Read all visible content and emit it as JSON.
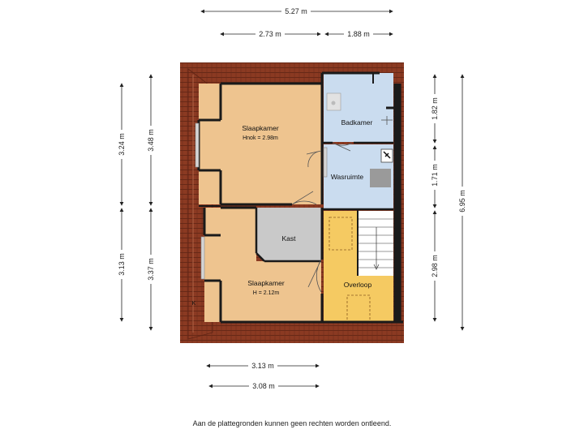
{
  "dimensions": {
    "top_total": "5.27 m",
    "top_left": "2.73 m",
    "top_right": "1.88 m",
    "left_outer_upper": "3.24 m",
    "left_outer_lower": "3.13 m",
    "left_inner_upper": "3.48 m",
    "left_inner_lower": "3.37 m",
    "right_inner_top": "1.82 m",
    "right_inner_mid": "1.71 m",
    "right_inner_bottom": "2.98 m",
    "right_outer": "6.95 m",
    "bottom_upper": "3.13 m",
    "bottom_lower": "3.08 m"
  },
  "rooms": {
    "slaapkamer_top": {
      "name": "Slaapkamer",
      "detail": "Hnok = 2.98m"
    },
    "badkamer": {
      "name": "Badkamer"
    },
    "wasruimte": {
      "name": "Wasruimte"
    },
    "kast": {
      "name": "Kast"
    },
    "slaapkamer_bottom": {
      "name": "Slaapkamer",
      "detail": "H = 2.12m"
    },
    "overloop": {
      "name": "Overloop"
    }
  },
  "marker": "K",
  "disclaimer": "Aan de plattegronden kunnen geen rechten worden ontleend.",
  "colors": {
    "roof": "#8b3a22",
    "bedroom": "#eec48f",
    "wet_room": "#cadcef",
    "storage": "#c9c9c9",
    "landing": "#f5ca62",
    "wall": "#1a1a1a"
  }
}
